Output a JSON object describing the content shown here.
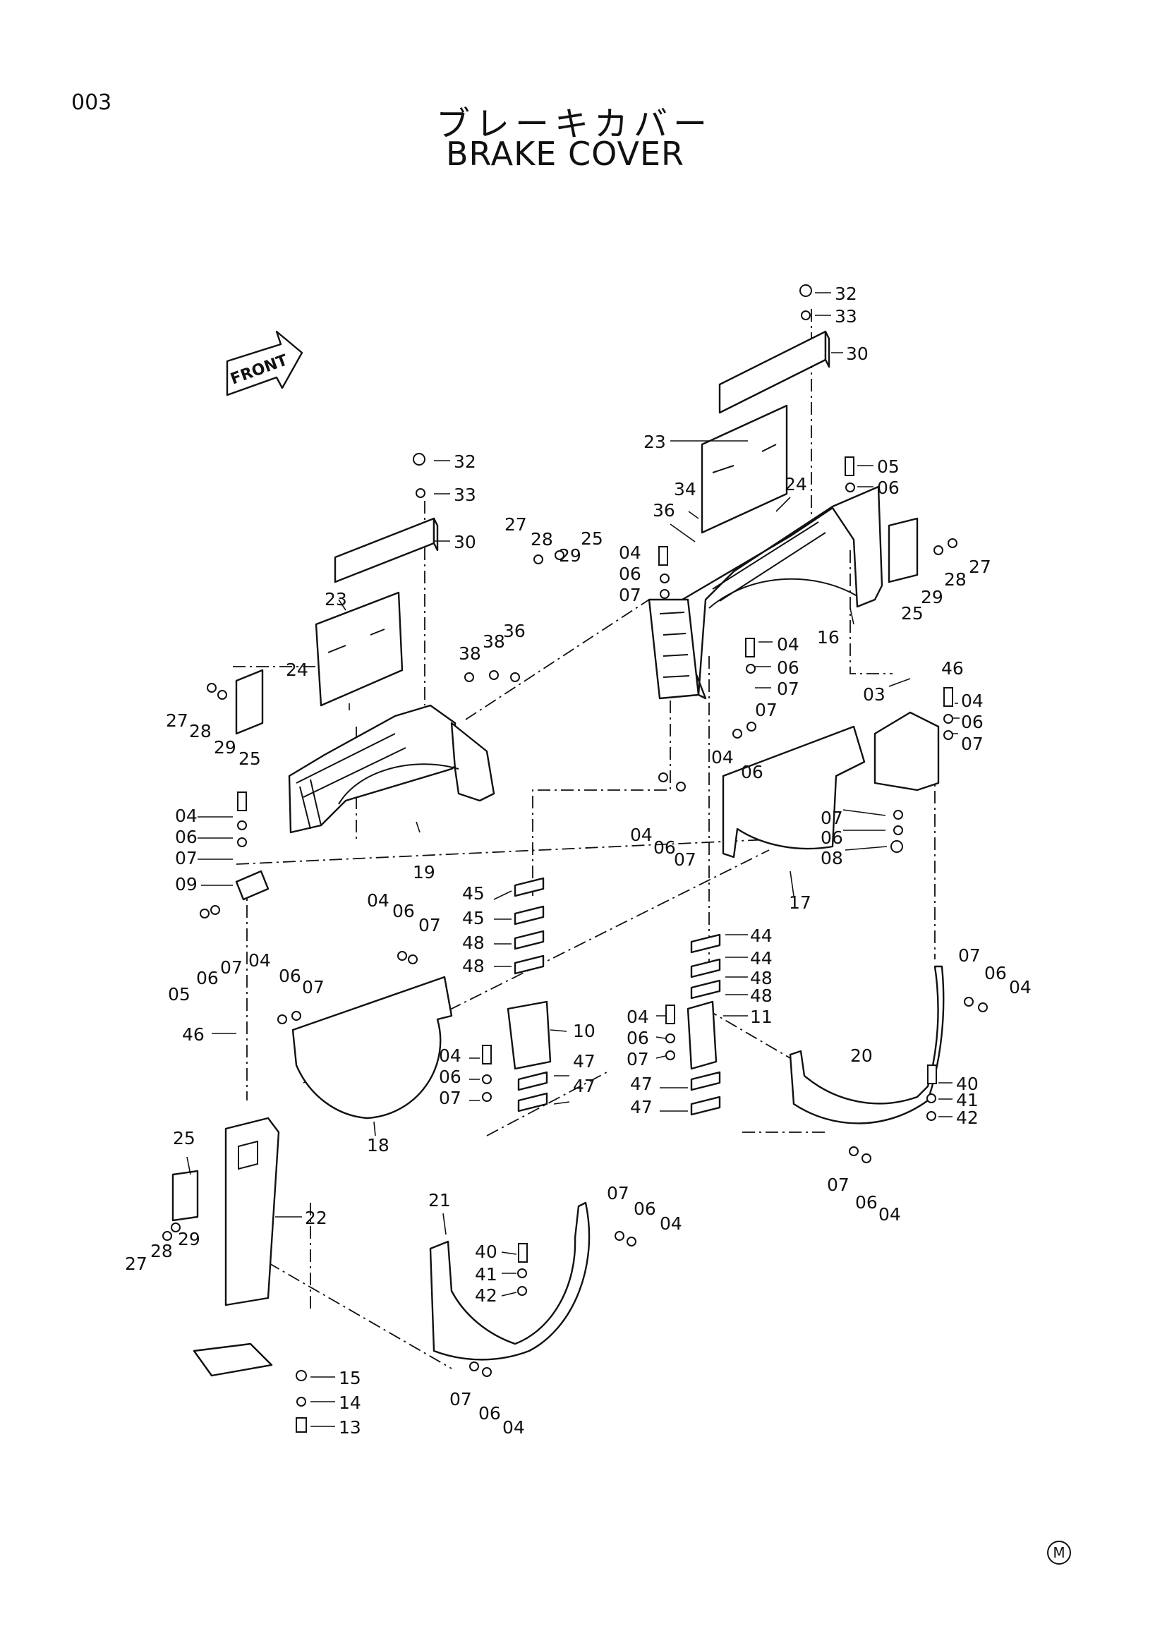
{
  "header": {
    "page_number": "003",
    "title_jp": "ブレーキカバー",
    "title_en": "BRAKE COVER",
    "front_label": "FRONT",
    "footer_mark": "M"
  },
  "callouts": [
    {
      "text": "32"
    },
    {
      "text": "33"
    },
    {
      "text": "30"
    },
    {
      "text": "23"
    },
    {
      "text": "05"
    },
    {
      "text": "06"
    },
    {
      "text": "34"
    },
    {
      "text": "24"
    },
    {
      "text": "36"
    },
    {
      "text": "27"
    },
    {
      "text": "28"
    },
    {
      "text": "29"
    },
    {
      "text": "25"
    },
    {
      "text": "04"
    },
    {
      "text": "06"
    },
    {
      "text": "07"
    },
    {
      "text": "25"
    },
    {
      "text": "29"
    },
    {
      "text": "28"
    },
    {
      "text": "27"
    },
    {
      "text": "16"
    },
    {
      "text": "04"
    },
    {
      "text": "06"
    },
    {
      "text": "07"
    },
    {
      "text": "32"
    },
    {
      "text": "33"
    },
    {
      "text": "30"
    },
    {
      "text": "23"
    },
    {
      "text": "27"
    },
    {
      "text": "28"
    },
    {
      "text": "29"
    },
    {
      "text": "25"
    },
    {
      "text": "38"
    },
    {
      "text": "38"
    },
    {
      "text": "36"
    },
    {
      "text": "24"
    },
    {
      "text": "46"
    },
    {
      "text": "03"
    },
    {
      "text": "04"
    },
    {
      "text": "06"
    },
    {
      "text": "07"
    },
    {
      "text": "07"
    },
    {
      "text": "04"
    },
    {
      "text": "06"
    },
    {
      "text": "04"
    },
    {
      "text": "06"
    },
    {
      "text": "07"
    },
    {
      "text": "07"
    },
    {
      "text": "06"
    },
    {
      "text": "08"
    },
    {
      "text": "04"
    },
    {
      "text": "06"
    },
    {
      "text": "07"
    },
    {
      "text": "09"
    },
    {
      "text": "19"
    },
    {
      "text": "17"
    },
    {
      "text": "45"
    },
    {
      "text": "45"
    },
    {
      "text": "48"
    },
    {
      "text": "48"
    },
    {
      "text": "04"
    },
    {
      "text": "06"
    },
    {
      "text": "07"
    },
    {
      "text": "05"
    },
    {
      "text": "06"
    },
    {
      "text": "07"
    },
    {
      "text": "04"
    },
    {
      "text": "06"
    },
    {
      "text": "07"
    },
    {
      "text": "46"
    },
    {
      "text": "44"
    },
    {
      "text": "44"
    },
    {
      "text": "48"
    },
    {
      "text": "48"
    },
    {
      "text": "11"
    },
    {
      "text": "04"
    },
    {
      "text": "06"
    },
    {
      "text": "07"
    },
    {
      "text": "10"
    },
    {
      "text": "04"
    },
    {
      "text": "06"
    },
    {
      "text": "07"
    },
    {
      "text": "47"
    },
    {
      "text": "47"
    },
    {
      "text": "47"
    },
    {
      "text": "47"
    },
    {
      "text": "07"
    },
    {
      "text": "06"
    },
    {
      "text": "04"
    },
    {
      "text": "20"
    },
    {
      "text": "40"
    },
    {
      "text": "41"
    },
    {
      "text": "42"
    },
    {
      "text": "18"
    },
    {
      "text": "25"
    },
    {
      "text": "22"
    },
    {
      "text": "27"
    },
    {
      "text": "28"
    },
    {
      "text": "29"
    },
    {
      "text": "07"
    },
    {
      "text": "06"
    },
    {
      "text": "04"
    },
    {
      "text": "21"
    },
    {
      "text": "07"
    },
    {
      "text": "06"
    },
    {
      "text": "04"
    },
    {
      "text": "40"
    },
    {
      "text": "41"
    },
    {
      "text": "42"
    },
    {
      "text": "07"
    },
    {
      "text": "06"
    },
    {
      "text": "04"
    },
    {
      "text": "15"
    },
    {
      "text": "14"
    },
    {
      "text": "13"
    }
  ]
}
